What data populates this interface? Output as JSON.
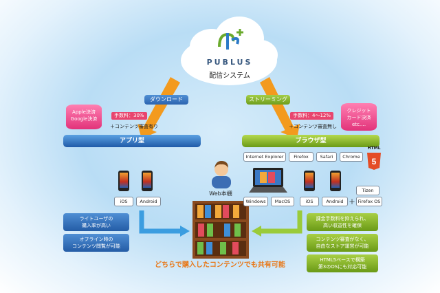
{
  "header": {
    "logo_text": "PUBLUS",
    "subtitle": "配信システム"
  },
  "download": {
    "label": "ダウンロード",
    "payment_line1": "Apple決済",
    "payment_line2": "Google決済",
    "fee": "手数料：30%",
    "fee_note": "＋コンテンツ審査有り",
    "bar_label": "アプリ型"
  },
  "streaming": {
    "label": "ストリーミング",
    "payment_line1": "クレジット",
    "payment_line2": "カード決済",
    "payment_line3": "etc.…",
    "fee": "手数料：4〜12%",
    "fee_note": "＋コンテンツ審査無し",
    "bar_label": "ブラウザ型"
  },
  "browsers": [
    "Internet Explorer",
    "Firefox",
    "Safari",
    "Chrome"
  ],
  "html5_logo": "HTML",
  "app_platforms": [
    "iOS",
    "Android"
  ],
  "web_shelf_label": "Web本棚",
  "browser_platforms": [
    "Windows",
    "MacOS",
    "iOS",
    "Android",
    "Tizen",
    "Firefox OS"
  ],
  "plus_sign": "＋",
  "app_features": [
    {
      "line1": "ライトユーザの",
      "line2": "購入率が高い"
    },
    {
      "line1": "オフライン時の",
      "line2": "コンテンツ閲覧が可能"
    }
  ],
  "browser_features": [
    {
      "line1": "課金手数料を抑えられ、",
      "line2": "高い収益性を確保"
    },
    {
      "line1": "コンテンツ審査がなく、",
      "line2": "自由なストア運営が可能"
    },
    {
      "line1": "HTML5ベースで構築",
      "line2": "第3のOSにも対応可能"
    }
  ],
  "footer": {
    "text": "どちらで購入したコンテンツでも共有可能"
  },
  "colors": {
    "blue": "#2c64b0",
    "green": "#6f9e1d",
    "orange": "#e8791a",
    "pink": "#e2337a"
  }
}
